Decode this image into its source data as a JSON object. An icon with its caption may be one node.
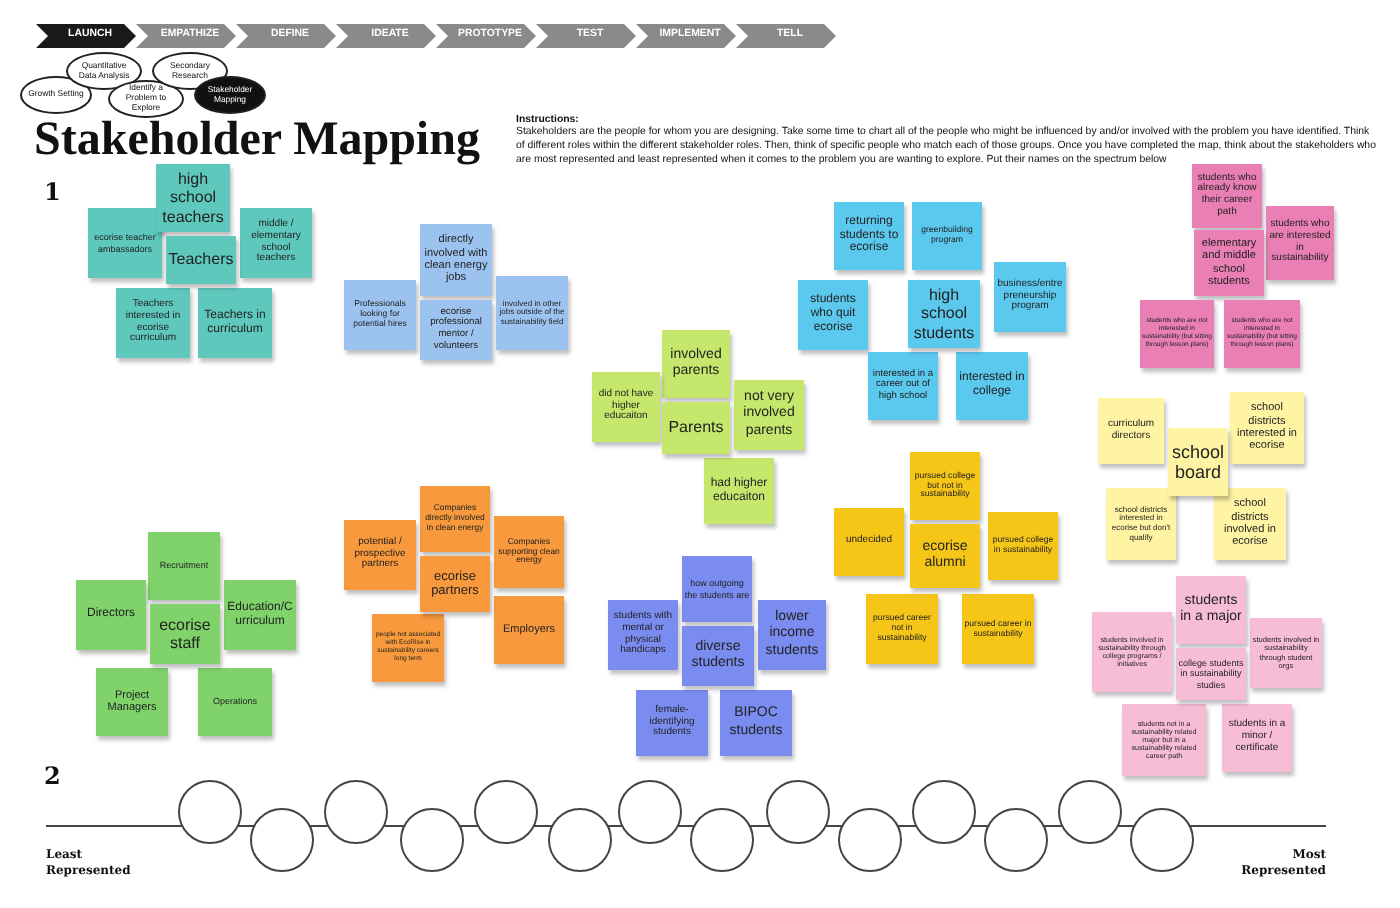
{
  "diagram": {
    "title": "Stakeholder Mapping",
    "nodes": [
      {
        "text": [
          "LAUNCH"
        ]
      },
      {
        "text": [
          "EMPATHIZE"
        ]
      },
      {
        "text": [
          "DEFINE"
        ]
      },
      {
        "text": [
          "IDEATE"
        ]
      },
      {
        "text": [
          "PROTOTYPE"
        ]
      },
      {
        "text": [
          "TEST"
        ]
      },
      {
        "text": [
          "IMPLEMENT"
        ]
      },
      {
        "text": [
          "TELL"
        ]
      },
      {
        "text": [
          "Growth Setting"
        ]
      },
      {
        "text": [
          "Quantitative Data Analysis"
        ]
      },
      {
        "text": [
          "Identify a Problem to Explore"
        ]
      },
      {
        "text": [
          "Secondary Research"
        ]
      },
      {
        "text": [
          "Stakeholder Mapping"
        ]
      },
      {
        "text": [
          "high school teachers"
        ]
      },
      {
        "text": [
          "ecorise teacher ambassadors"
        ]
      },
      {
        "text": [
          "Teachers"
        ]
      },
      {
        "text": [
          "middle / elementary school teachers"
        ]
      },
      {
        "text": [
          "Teachers interested in ecorise curriculum"
        ]
      },
      {
        "text": [
          "Teachers in curriculum"
        ]
      },
      {
        "text": [
          "directly involved with clean energy jobs"
        ]
      },
      {
        "text": [
          "Professionals looking for potential hires"
        ]
      },
      {
        "text": [
          "ecorise professional mentor / volunteers"
        ]
      },
      {
        "text": [
          "involved in other jobs outside of the sustainability field"
        ]
      },
      {
        "text": [
          "returning students to ecorise"
        ]
      },
      {
        "text": [
          "greenbuilding program"
        ]
      },
      {
        "text": [
          "business/entrepreneurship program"
        ]
      },
      {
        "text": [
          "students who quit ecorise"
        ]
      },
      {
        "text": [
          "high school students"
        ]
      },
      {
        "text": [
          "interested in a career out of high school"
        ]
      },
      {
        "text": [
          "interested in college"
        ]
      },
      {
        "text": [
          "students who already know their career path"
        ]
      },
      {
        "text": [
          "students who are interested in sustainability"
        ]
      },
      {
        "text": [
          "elementary and middle school students"
        ]
      },
      {
        "text": [
          "students who are not interested in sustainability (but sitting through lesson plans)"
        ]
      },
      {
        "text": [
          "students who are not interested in sustainability (but sitting through lesson plans)"
        ]
      },
      {
        "text": [
          "involved parents"
        ]
      },
      {
        "text": [
          "did not have higher educaiton"
        ]
      },
      {
        "text": [
          "Parents"
        ]
      },
      {
        "text": [
          "not very involved parents"
        ]
      },
      {
        "text": [
          "had higher educaiton"
        ]
      },
      {
        "text": [
          "curriculum directors"
        ]
      },
      {
        "text": [
          "school districts interested in ecorise"
        ]
      },
      {
        "text": [
          "school board"
        ]
      },
      {
        "text": [
          "school districts interested in ecorise but don't qualify"
        ]
      },
      {
        "text": [
          "school districts involved in ecorise"
        ]
      },
      {
        "text": [
          "Recruitment"
        ]
      },
      {
        "text": [
          "Directors"
        ]
      },
      {
        "text": [
          "Education/Curriculum"
        ]
      },
      {
        "text": [
          "ecorise staff"
        ]
      },
      {
        "text": [
          "Project Managers"
        ]
      },
      {
        "text": [
          "Operations"
        ]
      },
      {
        "text": [
          "Companies directly involved in clean energy"
        ]
      },
      {
        "text": [
          "potential / prospective partners"
        ]
      },
      {
        "text": [
          "Companies supporting clean energy"
        ]
      },
      {
        "text": [
          "ecorise partners"
        ]
      },
      {
        "text": [
          "people not associated with EcoRise in sustainability careers long term"
        ]
      },
      {
        "text": [
          "Employers"
        ]
      },
      {
        "text": [
          "how outgoing the students are"
        ]
      },
      {
        "text": [
          "students with mental or physical handicaps"
        ]
      },
      {
        "text": [
          "diverse students"
        ]
      },
      {
        "text": [
          "lower income students"
        ]
      },
      {
        "text": [
          "female-identifying students"
        ]
      },
      {
        "text": [
          "BIPOC students"
        ]
      },
      {
        "text": [
          "pursued college but not in sustainability"
        ]
      },
      {
        "text": [
          "undecided"
        ]
      },
      {
        "text": [
          "ecorise alumni"
        ]
      },
      {
        "text": [
          "pursued college in sustainability"
        ]
      },
      {
        "text": [
          "pursued career not in sustainability"
        ]
      },
      {
        "text": [
          "pursued career in sustainability"
        ]
      },
      {
        "text": [
          "students in a major"
        ]
      },
      {
        "text": [
          "students involved in sustainability through college programs / initiatives"
        ]
      },
      {
        "text": [
          "students involved in sustainability through student orgs"
        ]
      },
      {
        "text": [
          "college students in sustainability studies"
        ]
      },
      {
        "text": [
          "students not in a sustainability related major but in a sustainability related career path"
        ]
      },
      {
        "text": [
          "students in a minor / certificate"
        ]
      },
      {
        "text": [],
        "shape": "circle"
      },
      {
        "text": [],
        "shape": "circle"
      },
      {
        "text": [],
        "shape": "circle"
      },
      {
        "text": [],
        "shape": "circle"
      },
      {
        "text": [],
        "shape": "circle"
      },
      {
        "text": [],
        "shape": "circle"
      },
      {
        "text": [],
        "shape": "circle"
      },
      {
        "text": [],
        "shape": "circle"
      },
      {
        "text": [],
        "shape": "circle"
      },
      {
        "text": [],
        "shape": "circle"
      },
      {
        "text": [],
        "shape": "circle"
      },
      {
        "text": [],
        "shape": "circle"
      },
      {
        "text": [],
        "shape": "circle"
      },
      {
        "text": [],
        "shape": "circle"
      }
    ],
    "labels": [
      "Instructions:",
      "Stakeholders are the people for whom you are designing. Take some time to chart all of the people who might be influenced by and/or involved with the problem you have identified. Think of different roles within the different stakeholder roles. Then, think of specific people who match each of those groups. Once you have completed the map, think about the stakeholders who are most represented and least represented when it comes to the problem you are wanting to explore. Put their names on the spectrum below",
      "1",
      "2",
      "Least Represented",
      "Most Represented"
    ]
  }
}
